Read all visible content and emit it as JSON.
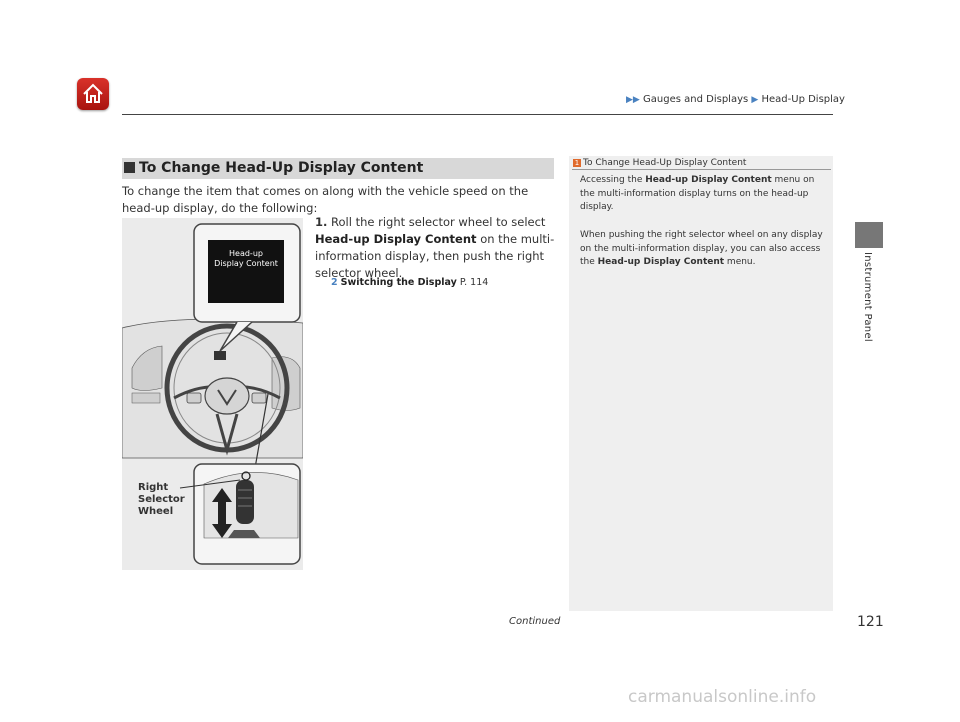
{
  "header": {
    "crumb1": "Gauges and Displays",
    "crumb2": "Head-Up Display",
    "home_icon": "home-icon"
  },
  "side_tab": {
    "label": "Instrument Panel"
  },
  "section": {
    "title": "To Change Head-Up Display Content",
    "intro": "To change the item that comes on along with the vehicle speed on the head-up display, do the following:"
  },
  "step1": {
    "number": "1.",
    "text_a": "Roll the right selector wheel to select ",
    "bold_a": "Head-up Display Content",
    "text_b": " on the multi-information display, then push the right selector wheel.",
    "xref_label": "Switching the Display",
    "xref_page": "P. 114"
  },
  "figure": {
    "screen_text": "Head-up Display Content",
    "label": "Right Selector Wheel"
  },
  "sidebar": {
    "title": "To Change Head-Up Display Content",
    "p1_a": "Accessing the ",
    "p1_b": "Head-up Display Content",
    "p1_c": " menu on the multi-information display turns on the head-up display.",
    "p2_a": "When pushing the right selector wheel on any display on the multi-information display, you can also access the ",
    "p2_b": "Head-up Display Content",
    "p2_c": " menu."
  },
  "footer": {
    "continued": "Continued",
    "page": "121",
    "watermark": "carmanualsonline.info"
  }
}
